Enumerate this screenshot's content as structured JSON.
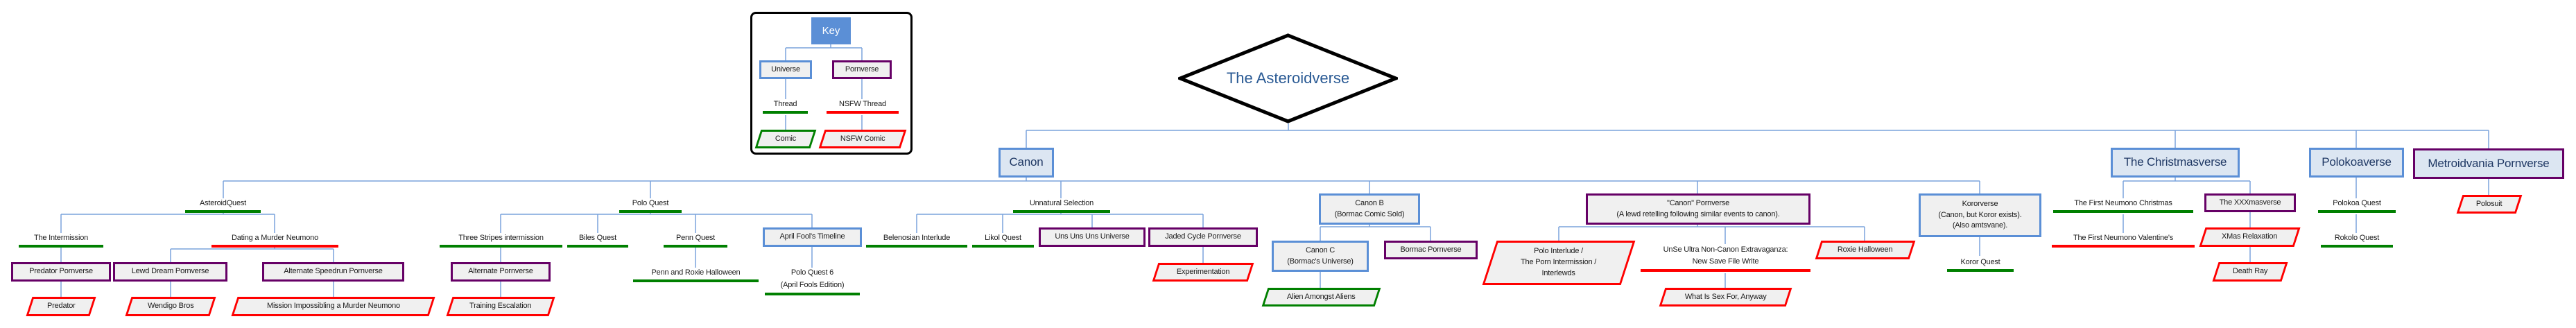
{
  "title": "The Asteroidverse",
  "colors": {
    "universe": "#5b8fd6",
    "pornverse": "#660066",
    "thread": "#008000",
    "nsfw": "#ff0000",
    "connector": "#7aa3dc"
  },
  "key": {
    "header": "Key",
    "universe": "Universe",
    "pornverse": "Pornverse",
    "thread": "Thread",
    "nsfw_thread": "NSFW Thread",
    "comic": "Comic",
    "nsfw_comic": "NSFW Comic"
  },
  "universes": {
    "canon": "Canon",
    "christmas": "The Christmasverse",
    "polokoa": "Polokoaverse",
    "metroidvania": "Metroidvania Pornverse"
  },
  "canon": {
    "asteroidquest": "AsteroidQuest",
    "intermission": "The Intermission",
    "predator_pornverse": "Predator Pornverse",
    "predator": "Predator",
    "dating": "Dating a Murder Neumono",
    "lewd_dream": "Lewd Dream Pornverse",
    "wendigo": "Wendigo Bros",
    "speedrun": "Alternate Speedrun Pornverse",
    "mission": "Mission Impossibling a Murder Neumono",
    "polo_quest": "Polo Quest",
    "three_stripes": "Three Stripes intermission",
    "alt_pornverse": "Alternate Pornverse",
    "training": "Training Escalation",
    "biles": "Biles Quest",
    "penn": "Penn Quest",
    "penn_roxie": "Penn and Roxie Halloween",
    "april": "April Fool's Timeline",
    "polo6": "Polo Quest 6\n(April Fools Edition)",
    "unnatural": "Unnatural Selection",
    "belenosian": "Belenosian Interlude",
    "likol": "Likol Quest",
    "unsuns": "Uns Uns Uns Universe",
    "jaded": "Jaded Cycle Pornverse",
    "experimentation": "Experimentation",
    "canon_b": "Canon B\n(Bormac Comic Sold)",
    "canon_c": "Canon C\n(Bormac's Universe)",
    "alien": "Alien Amongst Aliens",
    "bormac": "Bormac Pornverse",
    "canon_pornverse": "\"Canon\" Pornverse\n(A lewd retelling following similar events to canon).",
    "polo_interlude": "Polo Interlude /\nThe Porn Intermission /\nInterlewds",
    "unse": "UnSe Ultra Non-Canon Extravaganza:\nNew Save File Write",
    "sex_for": "What Is Sex For, Anyway",
    "roxie": "Roxie Halloween",
    "kororverse": "Kororverse\n(Canon, but Koror exists).\n(Also amtsvane).",
    "koror_quest": "Koror Quest"
  },
  "christmas": {
    "first_christmas": "The First Neumono Christmas",
    "first_valentines": "The First Neumono Valentine's",
    "xxxmas": "The XXXmasverse",
    "xmas_relax": "XMas Relaxation",
    "death_ray": "Death Ray"
  },
  "polokoa": {
    "polokoa_quest": "Polokoa Quest",
    "rokolo": "Rokolo Quest"
  },
  "metroidvania": {
    "polosuit": "Polosuit"
  }
}
